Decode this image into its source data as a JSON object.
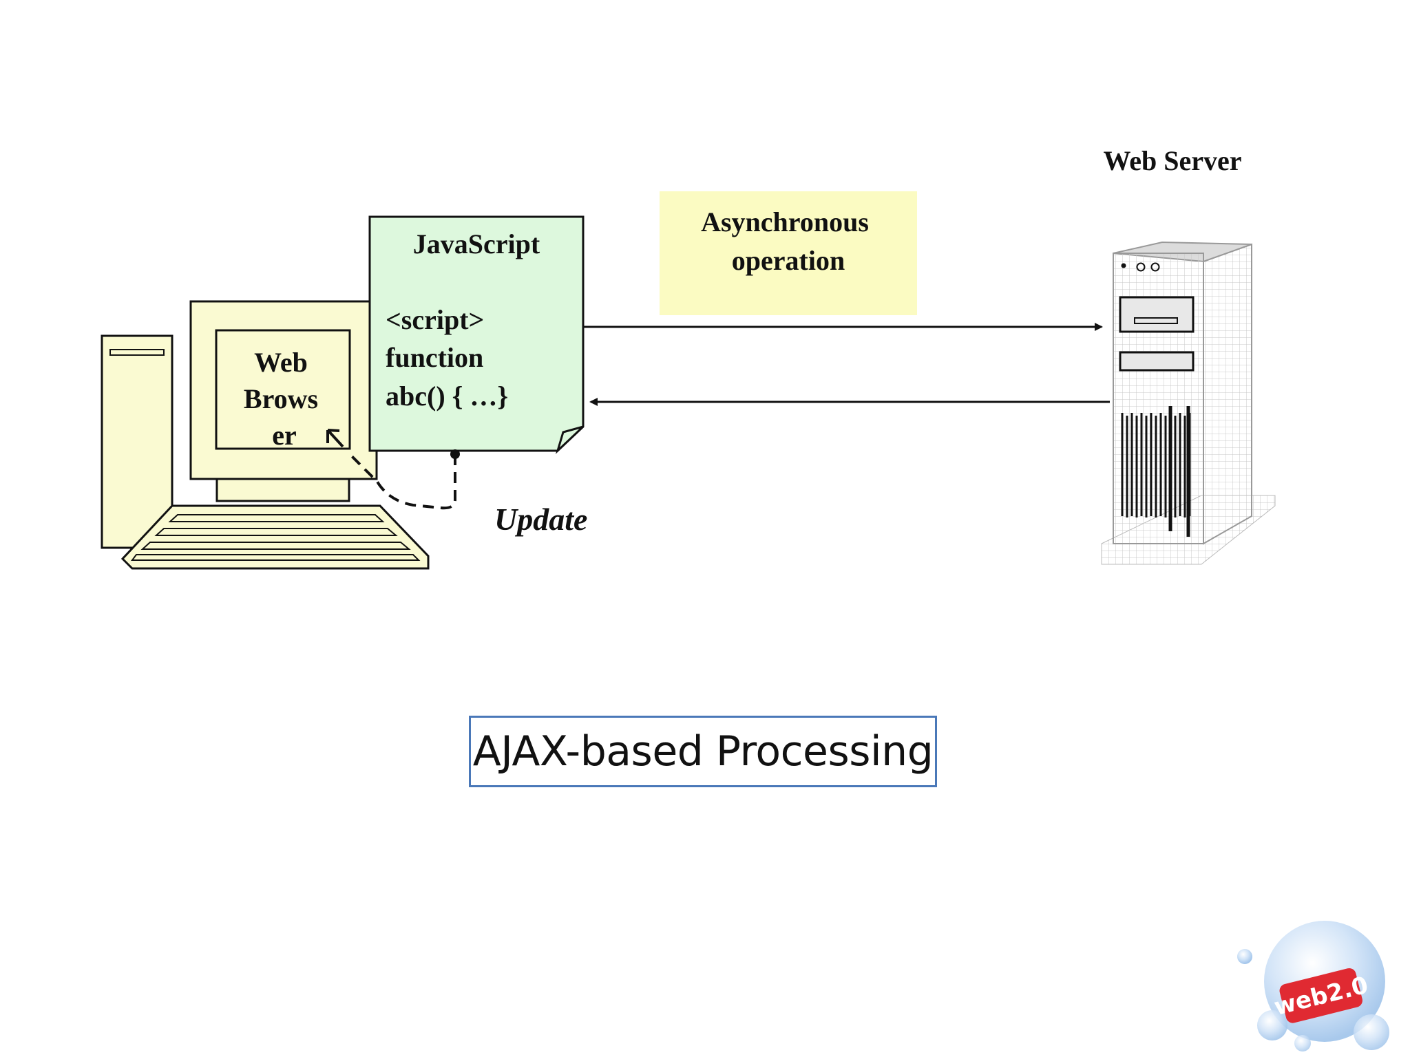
{
  "diagram": {
    "server_label": "Web Server",
    "async_label_line1": "Asynchronous",
    "async_label_line2": "operation",
    "js_title": "JavaScript",
    "js_code_line1": "<script>",
    "js_code_line2": "function",
    "js_code_line3": "abc() { …}",
    "browser_label_line1": "Web",
    "browser_label_line2": "Brows",
    "browser_label_line3": "er",
    "update_label": "Update"
  },
  "caption": "AJAX-based Processing",
  "logo_text": "web2.0",
  "colors": {
    "computer_fill": "#fafad2",
    "js_doc_fill": "#ddf8dd",
    "async_note_fill": "#fbfbc2",
    "caption_border": "#4a78b8",
    "logo_red": "#e02a32",
    "logo_bubble": "#b9d6f2"
  }
}
